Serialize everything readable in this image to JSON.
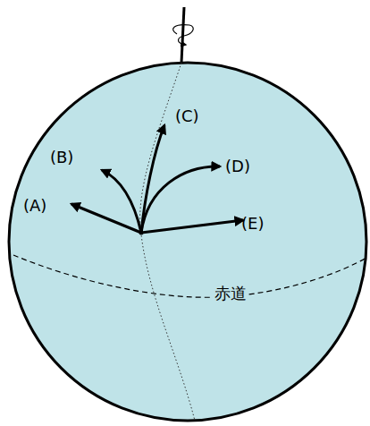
{
  "diagram": {
    "labels": [
      "(A)",
      "(B)",
      "(C)",
      "(D)",
      "(E)",
      "赤道"
    ]
  }
}
